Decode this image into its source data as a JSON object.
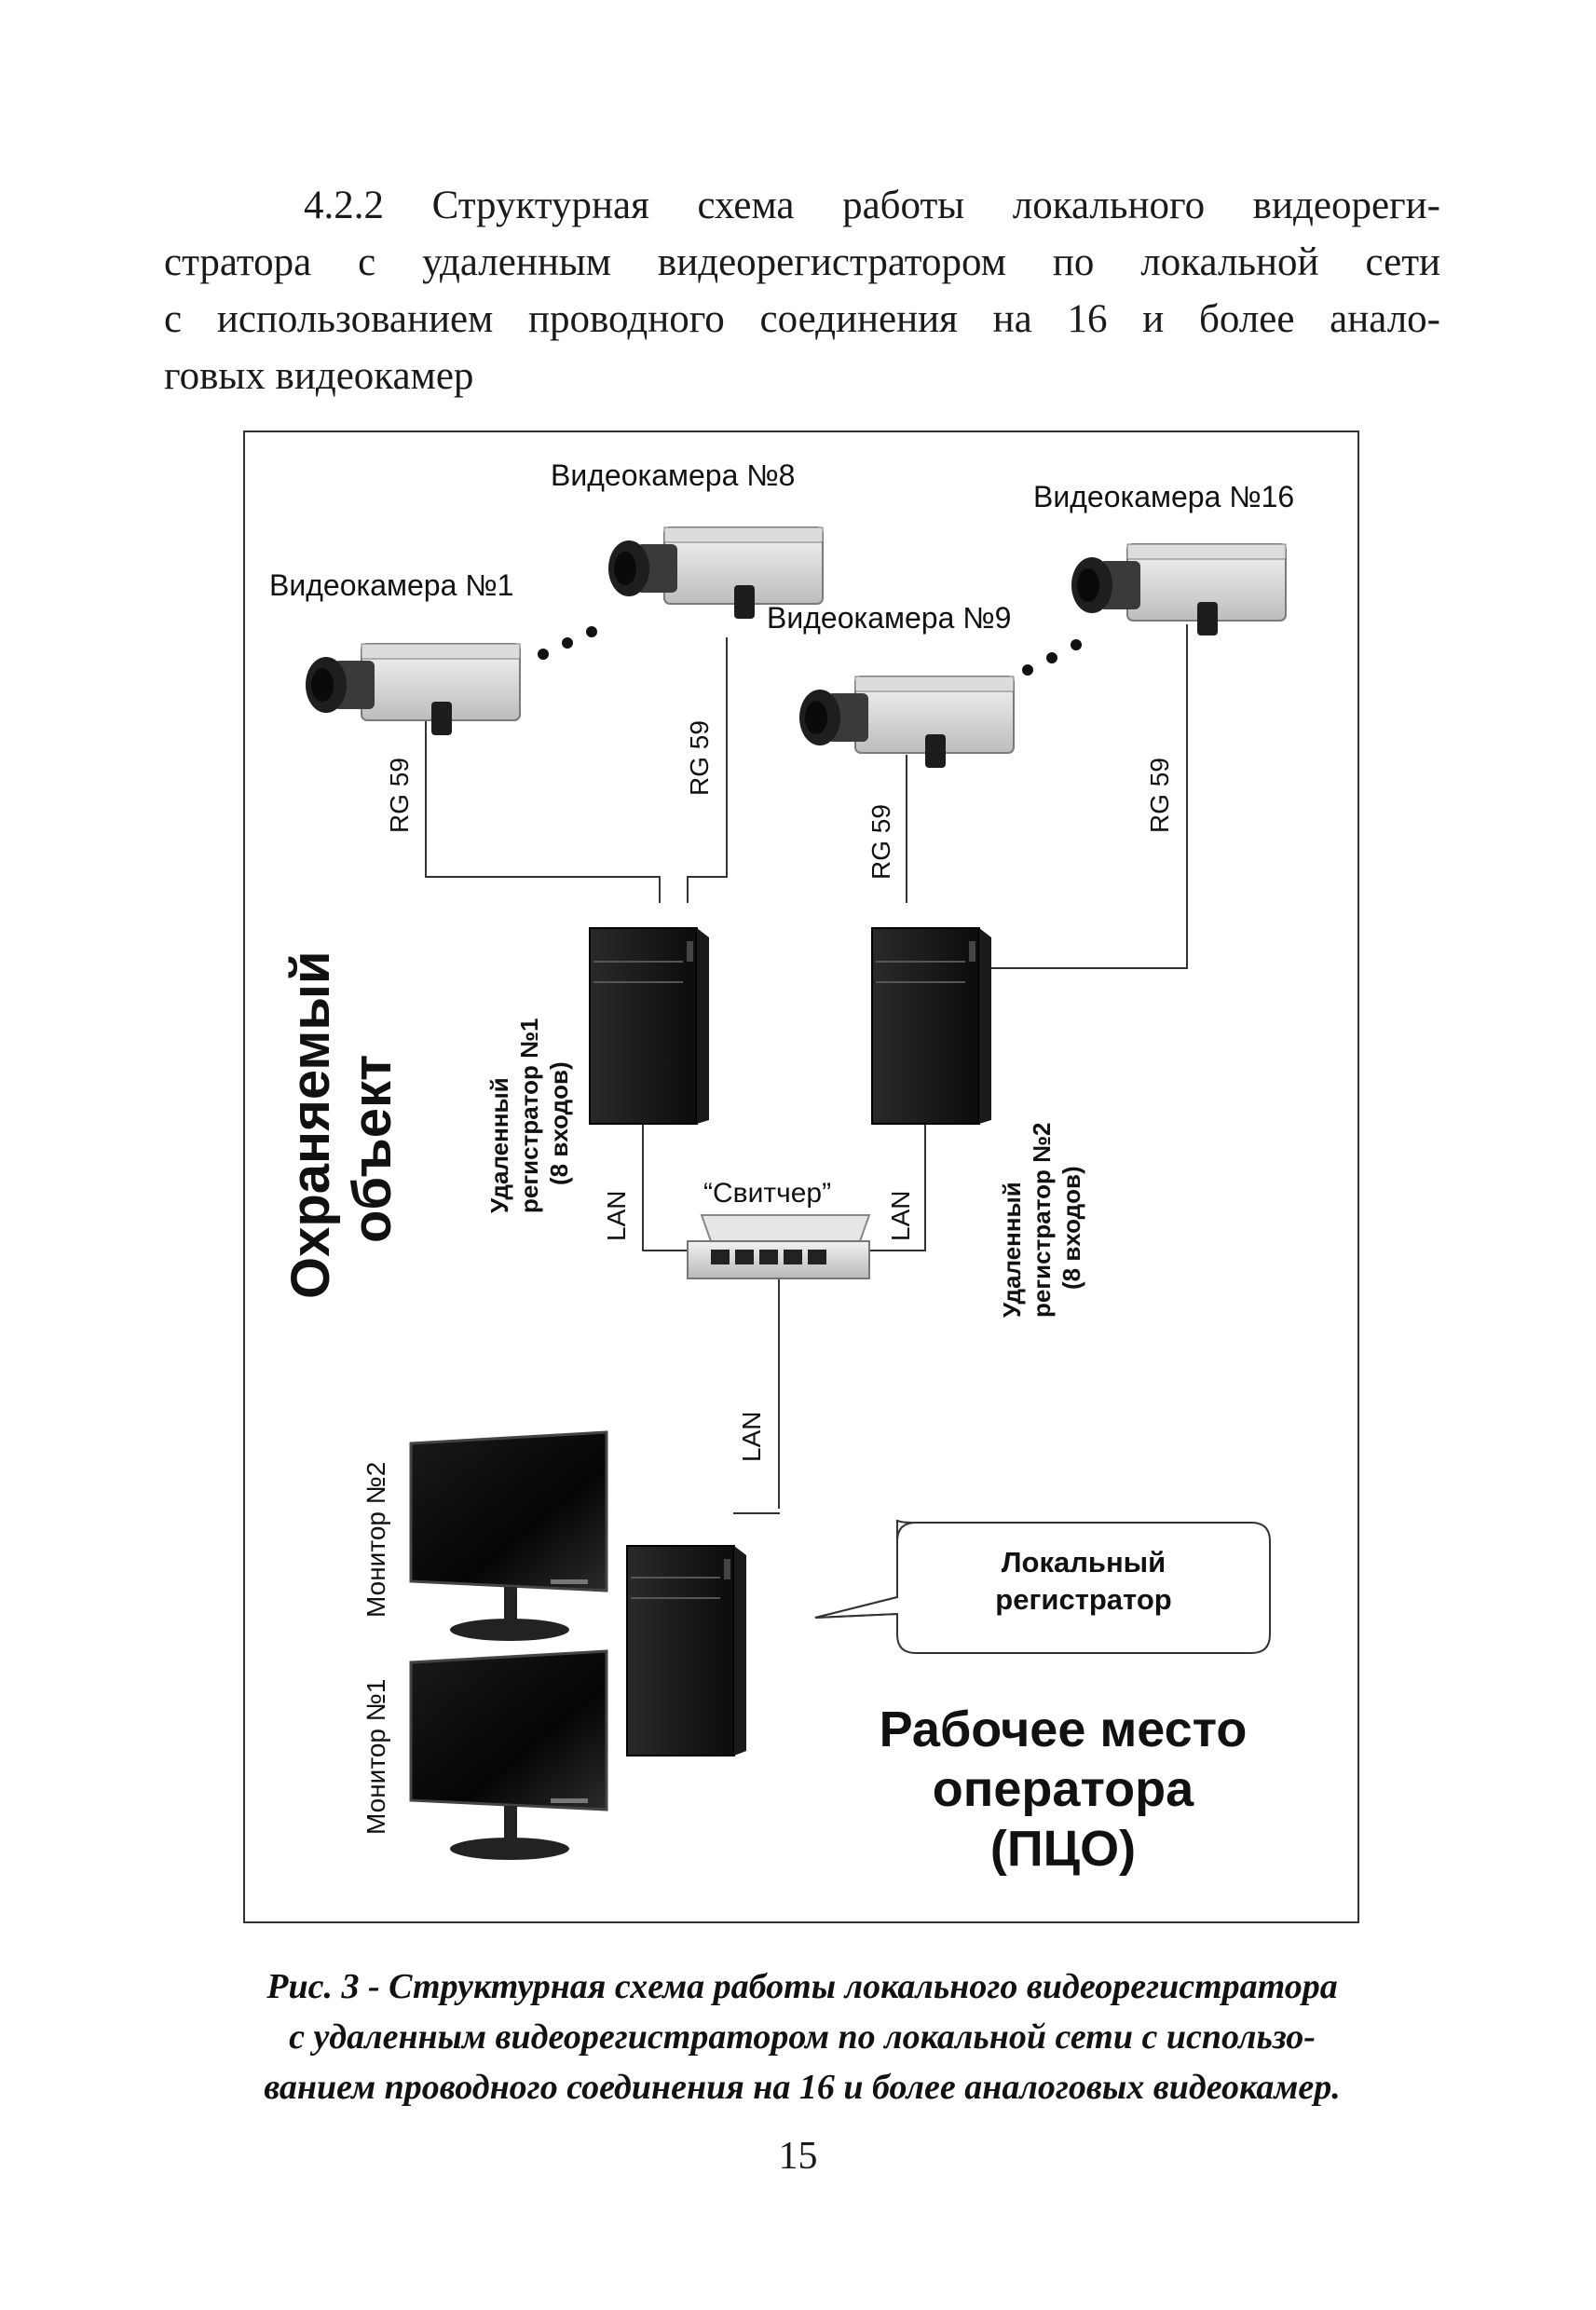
{
  "heading": {
    "lines": [
      "4.2.2 Структурная схема работы локального видеореги-",
      "стратора с удаленным видеорегистратором по локальной сети",
      "с использованием проводного соединения на 16 и более анало-",
      "говых видеокамер"
    ]
  },
  "diagram": {
    "cameras": [
      "Видеокамера №1",
      "Видеокамера №8",
      "Видеокамера №9",
      "Видеокамера №16"
    ],
    "cable_label": "RG 59",
    "lan_label": "LAN",
    "switch_label": "“Свитчер”",
    "registrar1": [
      "Удаленный",
      "регистратор №1",
      "(8 входов)"
    ],
    "registrar2": [
      "Удаленный",
      "регистратор №2",
      "(8 входов)"
    ],
    "site_label": [
      "Охраняемый",
      "объект"
    ],
    "monitors": [
      "Монитор №2",
      "Монитор №1"
    ],
    "local_registrar": [
      "Локальный",
      "регистратор"
    ],
    "operator_place": [
      "Рабочее место",
      "оператора",
      "(ПЦО)"
    ]
  },
  "caption": {
    "lines": [
      "Рис. 3 - Структурная схема работы локального видеорегистратора",
      "с удаленным видеорегистратором по локальной сети с использо-",
      "ванием проводного соединения на 16 и более аналоговых видеокамер."
    ]
  },
  "page_number": "15"
}
